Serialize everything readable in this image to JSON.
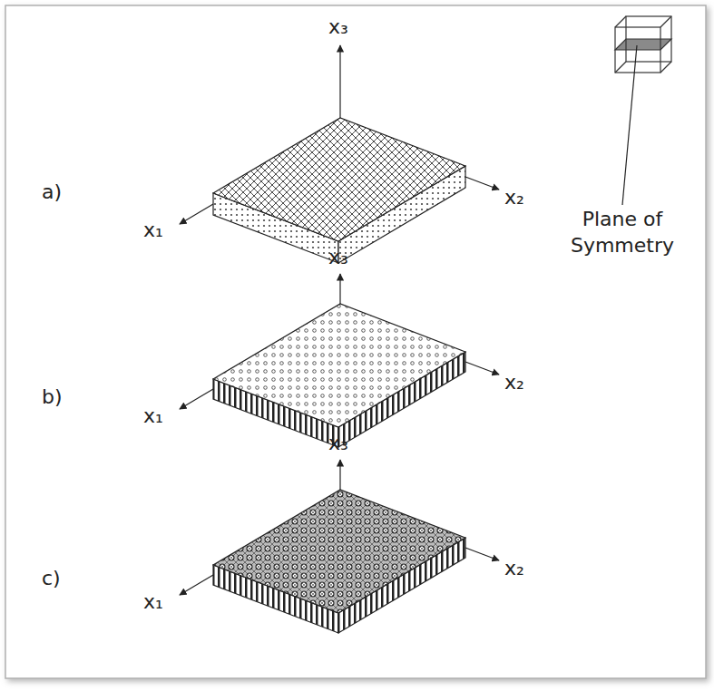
{
  "diagram": {
    "labels": [
      "x₃",
      "a)",
      "x₁",
      "x₂",
      "Plane of Symmetry",
      "x₃",
      "b)",
      "x₁",
      "x₂",
      "x₃",
      "c)",
      "x₁",
      "x₂"
    ]
  }
}
